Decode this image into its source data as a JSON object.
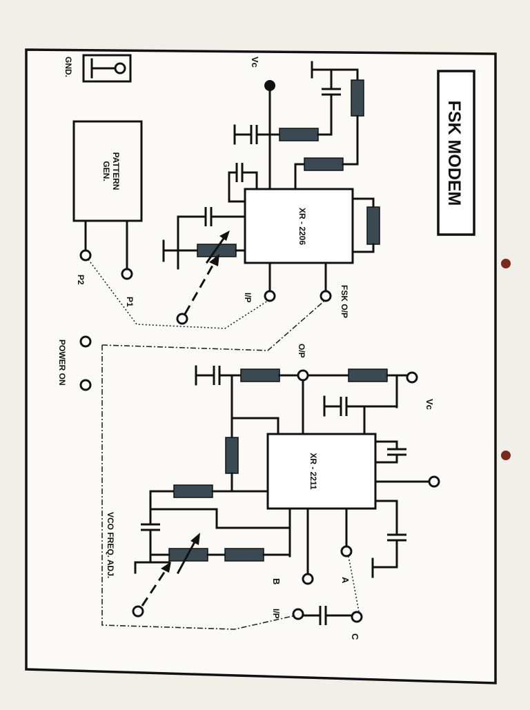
{
  "title": "FSK MODEM",
  "labels": {
    "gnd": "GND.",
    "vc_top": "Vc",
    "vc_right": "Vc",
    "pattern_gen": [
      "PATTERN",
      "GEN."
    ],
    "ic_modulator": "XR - 2206",
    "ic_demodulator": "XR - 2211",
    "fsk_op": "FSK O/P",
    "ip_modulator": "I/P",
    "ip_demodulator": "I/P",
    "op_demodulator": "O/P",
    "p1": "P1",
    "p2": "P2",
    "power_on": "POWER ON",
    "vco_adj": "VCO FREQ. ADJ.",
    "term_a": "A",
    "term_b": "B",
    "term_c": "C"
  },
  "colors": {
    "ink": "#111111",
    "resistor_fill": "#3b4a52",
    "paper": "#f2efe9",
    "binder_hole": "#7a2a1c"
  }
}
